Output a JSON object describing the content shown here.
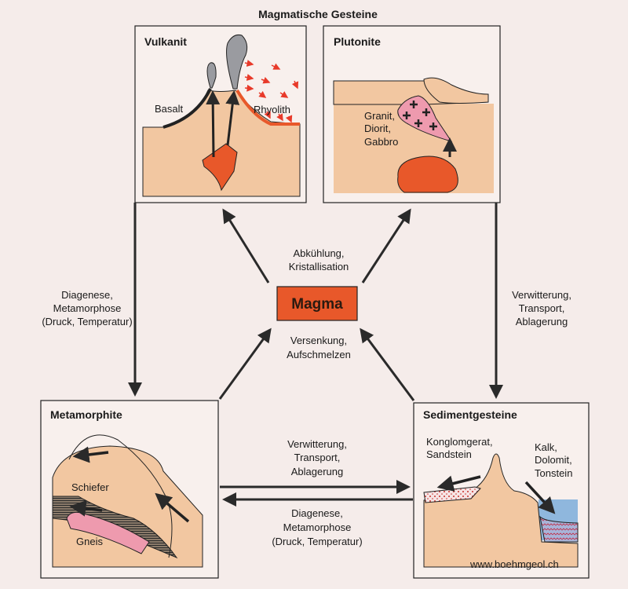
{
  "title": "Magmatische Gesteine",
  "boxes": {
    "vulkanit": {
      "title": "Vulkanit",
      "labels": [
        "Basalt",
        "Rhyolith"
      ]
    },
    "plutonite": {
      "title": "Plutonite",
      "labels": [
        "Granit,",
        "Diorit,",
        "Gabbro"
      ]
    },
    "metamorphite": {
      "title": "Metamorphite",
      "labels": [
        "Schiefer",
        "Gneis"
      ]
    },
    "sediment": {
      "title": "Sedimentgesteine",
      "labels": [
        "Konglomgerat,",
        "Sandstein",
        "Kalk,",
        "Dolomit,",
        "Tonstein"
      ],
      "watermark": "www.boehmgeol.ch"
    }
  },
  "magma": {
    "label": "Magma",
    "color": "#e8582a"
  },
  "processes": {
    "cooling": [
      "Abkühlung,",
      "Kristallisation"
    ],
    "melting": [
      "Versenkung,",
      "Aufschmelzen"
    ],
    "left": [
      "Diagenese,",
      "Metamorphose",
      "(Druck, Temperatur)"
    ],
    "right": [
      "Verwitterung,",
      "Transport,",
      "Ablagerung"
    ],
    "bottom_top": [
      "Verwitterung,",
      "Transport,",
      "Ablagerung"
    ],
    "bottom_bottom": [
      "Diagenese,",
      "Metamorphose",
      "(Druck, Temperatur)"
    ]
  },
  "colors": {
    "ground": "#f2c7a1",
    "box": "#f8f0ed",
    "lava": "#e8582a",
    "granite": "#ee9aae",
    "water": "#8fb7dd",
    "ash": "#9a9ba0"
  }
}
